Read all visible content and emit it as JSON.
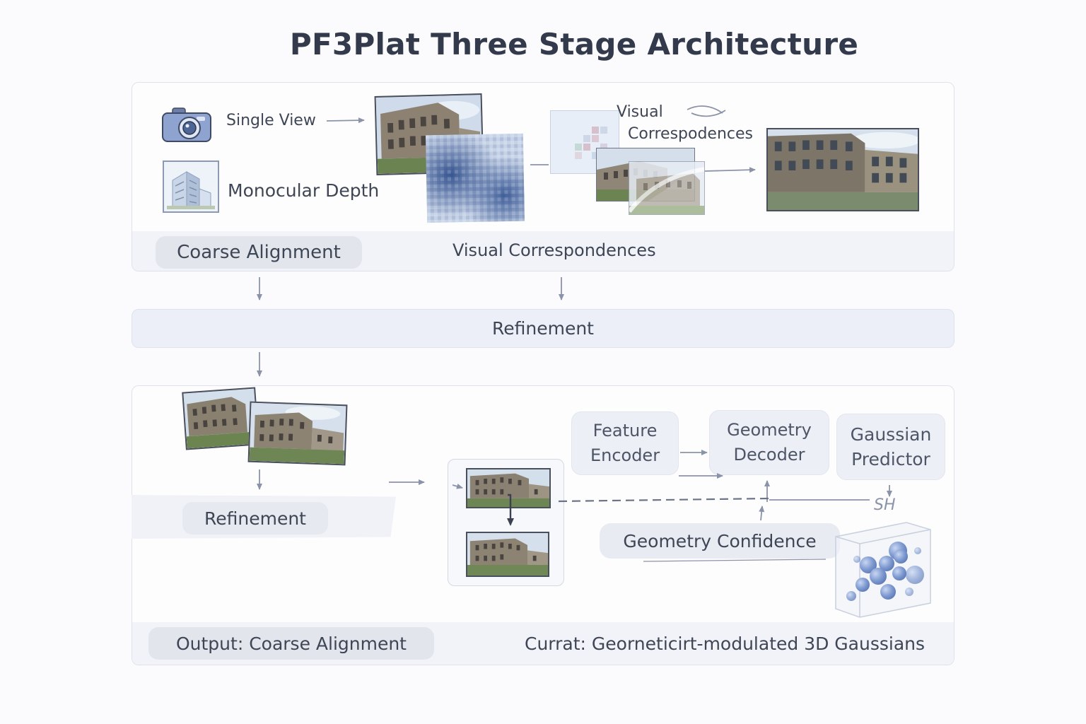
{
  "title": "PF3Plat Three Stage Architecture",
  "stage1": {
    "input_single_view": "Single View",
    "input_monocular_depth": "Monocular Depth",
    "correspondences_label_line1": "Visual",
    "correspondences_label_line2": "Correspodences",
    "pill_label": "Coarse Alignment",
    "band_label": "Visual Correspondences"
  },
  "stage2": {
    "bar_label": "Refinement"
  },
  "stage3": {
    "refinement_label": "Refinement",
    "feature_encoder_line1": "Feature",
    "feature_encoder_line2": "Encoder",
    "geometry_decoder_line1": "Geometry",
    "geometry_decoder_line2": "Decoder",
    "gaussian_predictor_line1": "Gaussian",
    "gaussian_predictor_line2": "Predictor",
    "sh_label": "SH",
    "geometry_confidence_label": "Geometry Confidence",
    "output_pill_label": "Output:  Coarse Alignment",
    "output_caption": "Currat: Georneticirt-modulated 3D Gaussians"
  },
  "colors": {
    "accent": "#8b93a8",
    "panel_border": "#dfe2ec",
    "pill_bg": "#e2e5ec",
    "box_bg": "#eceff5",
    "text": "#3e4656"
  },
  "icons": [
    "camera-icon",
    "depth-building-icon",
    "gaussian-cube-icon"
  ]
}
